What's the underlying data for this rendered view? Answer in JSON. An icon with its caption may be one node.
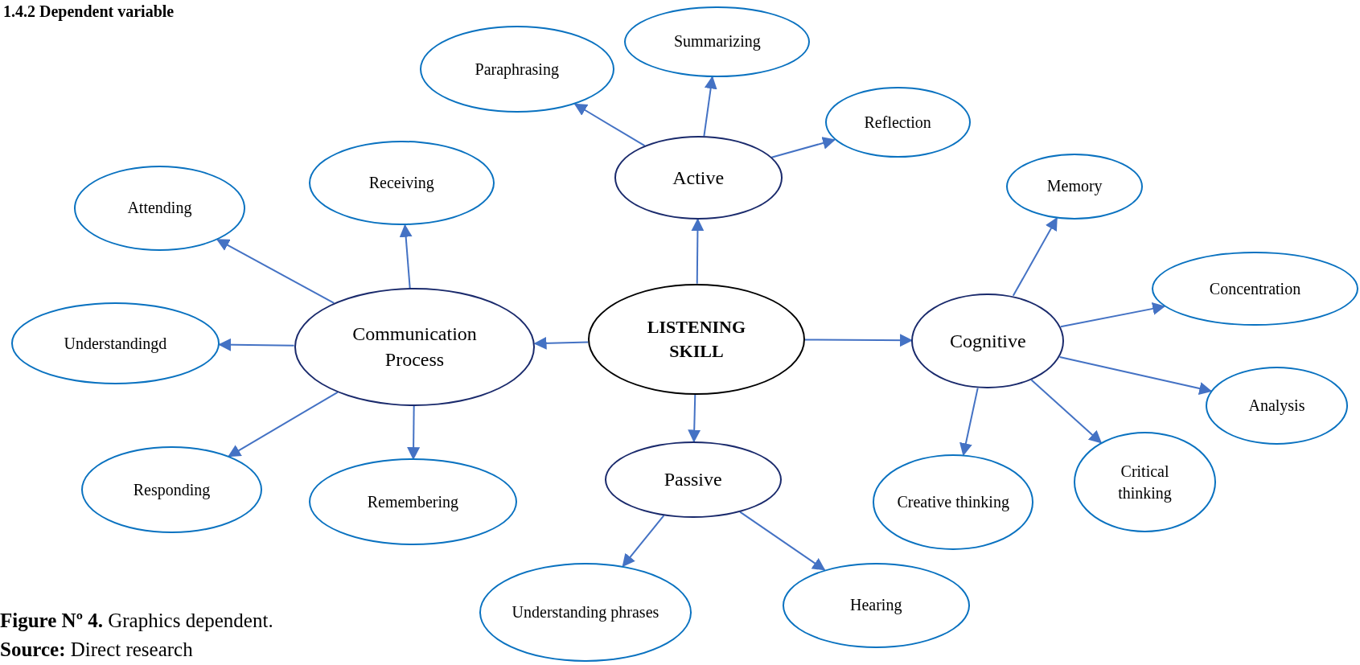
{
  "diagram": {
    "title": "1.4.2 Dependent variable",
    "caption": "**Figure Nº 4.** Graphics dependent.",
    "nodes": [
      {
        "text": [
          "LISTENING SKILL"
        ]
      },
      {
        "text": [
          "Active"
        ]
      },
      {
        "text": [
          "Paraphrasing"
        ]
      },
      {
        "text": [
          "Summarizing"
        ]
      },
      {
        "text": [
          "Reflection"
        ]
      },
      {
        "text": [
          "Communication Process"
        ]
      },
      {
        "text": [
          "Receiving"
        ]
      },
      {
        "text": [
          "Attending"
        ]
      },
      {
        "text": [
          "Understandingd"
        ]
      },
      {
        "text": [
          "Responding"
        ]
      },
      {
        "text": [
          "Remembering"
        ]
      },
      {
        "text": [
          "Cognitive"
        ]
      },
      {
        "text": [
          "Memory"
        ]
      },
      {
        "text": [
          "Concentration"
        ]
      },
      {
        "text": [
          "Analysis"
        ]
      },
      {
        "text": [
          "Critical thinking"
        ]
      },
      {
        "text": [
          "Creative thinking"
        ]
      },
      {
        "text": [
          "Passive"
        ]
      },
      {
        "text": [
          "Understanding phrases"
        ]
      },
      {
        "text": [
          "Hearing"
        ]
      }
    ],
    "edges": [
      {
        "from": 0,
        "to": 1,
        "arrow": "to"
      },
      {
        "from": 1,
        "to": 2,
        "arrow": "to"
      },
      {
        "from": 1,
        "to": 3,
        "arrow": "to"
      },
      {
        "from": 1,
        "to": 4,
        "arrow": "to"
      },
      {
        "from": 0,
        "to": 5,
        "arrow": "to"
      },
      {
        "from": 5,
        "to": 6,
        "arrow": "to"
      },
      {
        "from": 5,
        "to": 7,
        "arrow": "to"
      },
      {
        "from": 5,
        "to": 8,
        "arrow": "to"
      },
      {
        "from": 5,
        "to": 9,
        "arrow": "to"
      },
      {
        "from": 5,
        "to": 10,
        "arrow": "to"
      },
      {
        "from": 0,
        "to": 11,
        "arrow": "to"
      },
      {
        "from": 11,
        "to": 12,
        "arrow": "to"
      },
      {
        "from": 11,
        "to": 13,
        "arrow": "to"
      },
      {
        "from": 11,
        "to": 14,
        "arrow": "to"
      },
      {
        "from": 11,
        "to": 15,
        "arrow": "to"
      },
      {
        "from": 11,
        "to": 16,
        "arrow": "to"
      },
      {
        "from": 0,
        "to": 17,
        "arrow": "to"
      },
      {
        "from": 17,
        "to": 18,
        "arrow": "to"
      },
      {
        "from": 17,
        "to": 19,
        "arrow": "to"
      }
    ],
    "labels": [
      "**Source:** Direct research"
    ]
  }
}
